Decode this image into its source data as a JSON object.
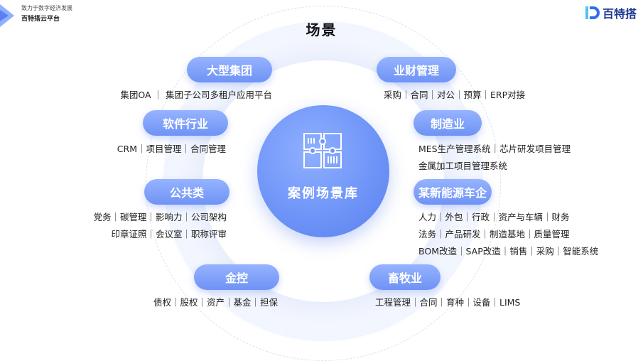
{
  "header": {
    "slogan": "致力于数字经济发展",
    "platform": "百特搭云平台",
    "brand_name": "百特搭"
  },
  "title": "场景",
  "center": {
    "label": "案例场景库"
  },
  "scenes": {
    "group": {
      "label": "大型集团",
      "desc": [
        "集团OA ｜ 集团子公司多租户应用平台"
      ]
    },
    "software": {
      "label": "软件行业",
      "desc": [
        "CRM｜项目管理｜合同管理"
      ]
    },
    "public": {
      "label": "公共类",
      "desc": [
        "党务｜碳管理｜影响力｜公司架构",
        "印章证照｜会议室｜职称评审"
      ]
    },
    "finance": {
      "label": "金控",
      "desc": [
        "债权｜股权｜资产｜基金｜担保"
      ]
    },
    "business_finance": {
      "label": "业财管理",
      "desc": [
        "采购｜合同｜对公｜预算｜ERP对接"
      ]
    },
    "manufacturing": {
      "label": "制造业",
      "desc": [
        "MES生产管理系统｜芯片研发项目管理",
        "金属加工项目管理系统"
      ]
    },
    "new_energy": {
      "label": "某新能源车企",
      "desc": [
        "人力｜外包｜行政｜资产与车辆｜财务",
        "法务｜产品研发｜制造基地｜质量管理",
        "BOM改造｜SAP改造｜销售｜采购｜智能系统"
      ]
    },
    "livestock": {
      "label": "畜牧业",
      "desc": [
        "工程管理｜合同｜育种｜设备｜LIMS"
      ]
    }
  },
  "colors": {
    "accent": "#6f93f5",
    "brand": "#1f3a93"
  }
}
